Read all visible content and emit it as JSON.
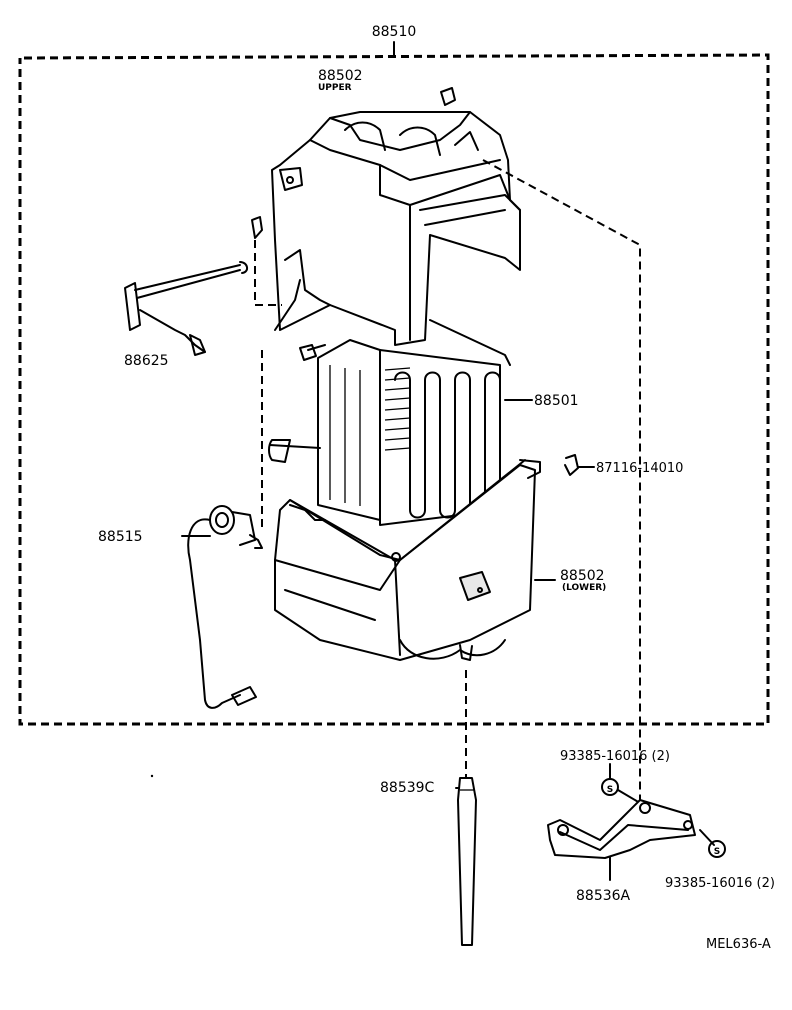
{
  "diagram_id": "MEL636-A",
  "labels": {
    "assembly": "88510",
    "upper_case": "88502",
    "upper_note": "UPPER",
    "sensor_bracket": "88625",
    "evaporator": "88501",
    "clip": "87116-14010",
    "thermistor": "88515",
    "lower_case": "88502",
    "lower_note": "(LOWER)",
    "drain_hose": "88539C",
    "screw_top": "93385-16016 (2)",
    "screw_right": "93385-16016 (2)",
    "screw_symbol": "S",
    "bracket": "88536A"
  }
}
